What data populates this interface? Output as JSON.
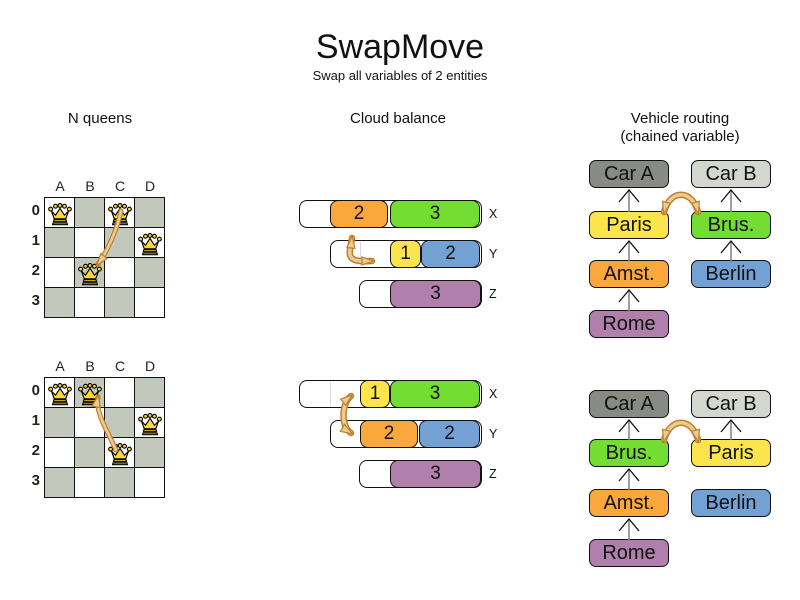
{
  "header": {
    "title": "SwapMove",
    "subtitle": "Swap all variables of 2 entities"
  },
  "columns": {
    "nqueens_title": "N queens",
    "cloud_title": "Cloud balance",
    "routing_title_line1": "Vehicle routing",
    "routing_title_line2": "(chained variable)"
  },
  "nqueens": {
    "column_headers": [
      "A",
      "B",
      "C",
      "D"
    ],
    "row_headers": [
      "0",
      "1",
      "2",
      "3"
    ],
    "boards": [
      {
        "name": "before",
        "queens": [
          {
            "col": "A",
            "row": 0
          },
          {
            "col": "C",
            "row": 0
          },
          {
            "col": "D",
            "row": 1
          },
          {
            "col": "B",
            "row": 2
          }
        ],
        "swap": {
          "from": "C0",
          "to": "B2"
        }
      },
      {
        "name": "after",
        "queens": [
          {
            "col": "A",
            "row": 0
          },
          {
            "col": "B",
            "row": 0
          },
          {
            "col": "D",
            "row": 1
          },
          {
            "col": "C",
            "row": 2
          }
        ],
        "swap": {
          "from": "C2",
          "to": "B0"
        }
      }
    ]
  },
  "cloud": {
    "computer_labels": [
      "X",
      "Y",
      "Z"
    ],
    "before": {
      "rows": [
        {
          "label": "X",
          "blocks": [
            {
              "value": "2",
              "color": "orange"
            },
            {
              "value": "3",
              "color": "green"
            }
          ]
        },
        {
          "label": "Y",
          "blocks": [
            {
              "value": "1",
              "color": "yellow"
            },
            {
              "value": "2",
              "color": "blue"
            }
          ]
        },
        {
          "label": "Z",
          "blocks": [
            {
              "value": "3",
              "color": "purple"
            }
          ]
        }
      ],
      "swap": {
        "between": [
          "X",
          "Y"
        ]
      }
    },
    "after": {
      "rows": [
        {
          "label": "X",
          "blocks": [
            {
              "value": "1",
              "color": "yellow"
            },
            {
              "value": "3",
              "color": "green"
            }
          ]
        },
        {
          "label": "Y",
          "blocks": [
            {
              "value": "2",
              "color": "orange"
            },
            {
              "value": "2",
              "color": "blue"
            }
          ]
        },
        {
          "label": "Z",
          "blocks": [
            {
              "value": "3",
              "color": "purple"
            }
          ]
        }
      ],
      "swap": {
        "between": [
          "X",
          "Y"
        ]
      }
    }
  },
  "routing": {
    "before": {
      "left_chain": [
        "Car A",
        "Paris",
        "Amst.",
        "Rome"
      ],
      "right_chain": [
        "Car B",
        "Brus.",
        "Berlin"
      ],
      "swap": {
        "between": [
          "Paris",
          "Brus."
        ]
      }
    },
    "after": {
      "left_chain": [
        "Car A",
        "Brus.",
        "Amst.",
        "Rome"
      ],
      "right_chain": [
        "Car B",
        "Paris",
        "Berlin"
      ],
      "swap": {
        "between": [
          "Brus.",
          "Paris"
        ]
      }
    },
    "node_colors": {
      "Car A": "car_a_gray",
      "Car B": "car_b_gray",
      "Paris": "yellow",
      "Brus.": "green",
      "Amst.": "orange",
      "Berlin": "blue",
      "Rome": "purple"
    }
  },
  "palette": {
    "orange": "#FAA73C",
    "green": "#74DD31",
    "yellow": "#FBE54D",
    "blue": "#74A1D3",
    "purple": "#B07FAC",
    "car_a_gray": "#888A85",
    "car_b_gray": "#D3D7CF",
    "board_gray": "#C3C8BD",
    "queen_gold": "#FFD92E",
    "arrow_fill": "#EECA92",
    "arrow_stroke": "#B9812B"
  }
}
